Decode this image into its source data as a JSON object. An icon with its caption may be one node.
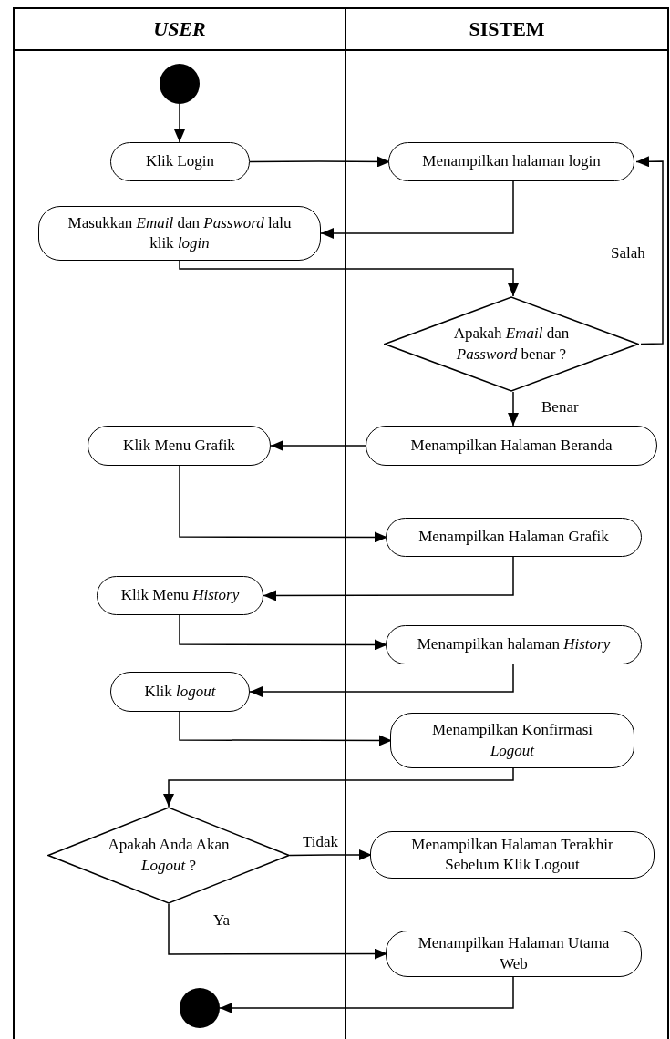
{
  "diagram": {
    "nodes": [
      {
        "text": [
          "*USER*"
        ]
      },
      {
        "text": [
          "SISTEM"
        ]
      },
      {
        "text": [],
        "shape": "circle",
        "in": 0
      },
      {
        "text": [
          "Klik Login"
        ],
        "in": 0
      },
      {
        "text": [
          "Menampilkan halaman login"
        ],
        "in": 1
      },
      {
        "text": [
          "Masukkan *Email* dan *Password* lalu klik *login*"
        ],
        "in": 0
      },
      {
        "text": [
          "Apakah *Email* dan *Password* benar ?"
        ],
        "in": 1
      },
      {
        "text": [
          "Menampilkan Halaman Beranda"
        ],
        "in": 1
      },
      {
        "text": [
          "Klik Menu Grafik"
        ],
        "in": 0
      },
      {
        "text": [
          "Menampilkan Halaman Grafik"
        ],
        "in": 1
      },
      {
        "text": [
          "Klik Menu *History*"
        ],
        "in": 0
      },
      {
        "text": [
          "Menampilkan halaman *History*"
        ],
        "in": 1
      },
      {
        "text": [
          "Klik *logout*"
        ],
        "in": 0
      },
      {
        "text": [
          "Menampilkan Konfirmasi *Logout*"
        ],
        "in": 1
      },
      {
        "text": [
          "Apakah Anda Akan *Logout* ?"
        ],
        "in": 0
      },
      {
        "text": [
          "Menampilkan Halaman Terakhir Sebelum Klik Logout"
        ],
        "in": 1
      },
      {
        "text": [
          "Menampilkan Halaman Utama Web"
        ],
        "in": 1
      },
      {
        "text": [],
        "shape": "circle",
        "in": 0
      }
    ],
    "edges": [
      {
        "from": 2,
        "to": 3,
        "arrow": "to"
      },
      {
        "from": 3,
        "to": 4,
        "arrow": "to"
      },
      {
        "from": 4,
        "to": 5,
        "arrow": "to"
      },
      {
        "from": 5,
        "to": 6,
        "arrow": "to"
      },
      {
        "from": 6,
        "to": 4,
        "arrow": "to",
        "label": "Salah"
      },
      {
        "from": 6,
        "to": 7,
        "arrow": "to",
        "label": "Benar"
      },
      {
        "from": 7,
        "to": 8,
        "arrow": "to"
      },
      {
        "from": 8,
        "to": 9,
        "arrow": "to"
      },
      {
        "from": 9,
        "to": 10,
        "arrow": "to"
      },
      {
        "from": 10,
        "to": 11,
        "arrow": "to"
      },
      {
        "from": 11,
        "to": 12,
        "arrow": "to"
      },
      {
        "from": 12,
        "to": 13,
        "arrow": "to"
      },
      {
        "from": 13,
        "to": 14,
        "arrow": "to"
      },
      {
        "from": 14,
        "to": 15,
        "arrow": "to",
        "label": "Tidak"
      },
      {
        "from": 14,
        "to": 16,
        "arrow": "to",
        "label": "Ya"
      },
      {
        "from": 16,
        "to": 17,
        "arrow": "to"
      }
    ]
  }
}
